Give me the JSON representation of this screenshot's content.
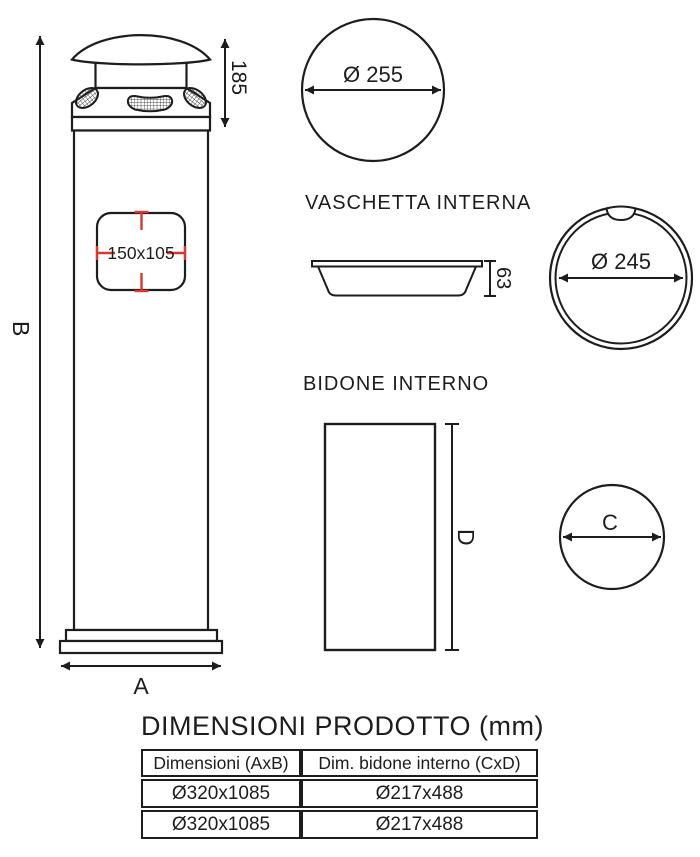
{
  "front_view": {
    "height_label": "B",
    "width_label": "A",
    "head_height_label": "185",
    "opening_label": "150x105"
  },
  "top_view": {
    "diameter_label": "Ø 255"
  },
  "tray_view": {
    "title": "VASCHETTA INTERNA",
    "height_label": "63",
    "diameter_label": "Ø 245"
  },
  "bin_view": {
    "title": "BIDONE INTERNO",
    "height_label": "D",
    "diameter_label": "C"
  },
  "table": {
    "title": "DIMENSIONI PRODOTTO (mm)",
    "headers": [
      "Dimensioni (AxB)",
      "Dim. bidone interno (CxD)"
    ],
    "rows": [
      [
        "Ø320x1085",
        "Ø217x488"
      ],
      [
        "Ø320x1085",
        "Ø217x488"
      ]
    ]
  },
  "colors": {
    "line": "#1d1d1b",
    "accent": "#d6392e",
    "background": "#ffffff"
  }
}
